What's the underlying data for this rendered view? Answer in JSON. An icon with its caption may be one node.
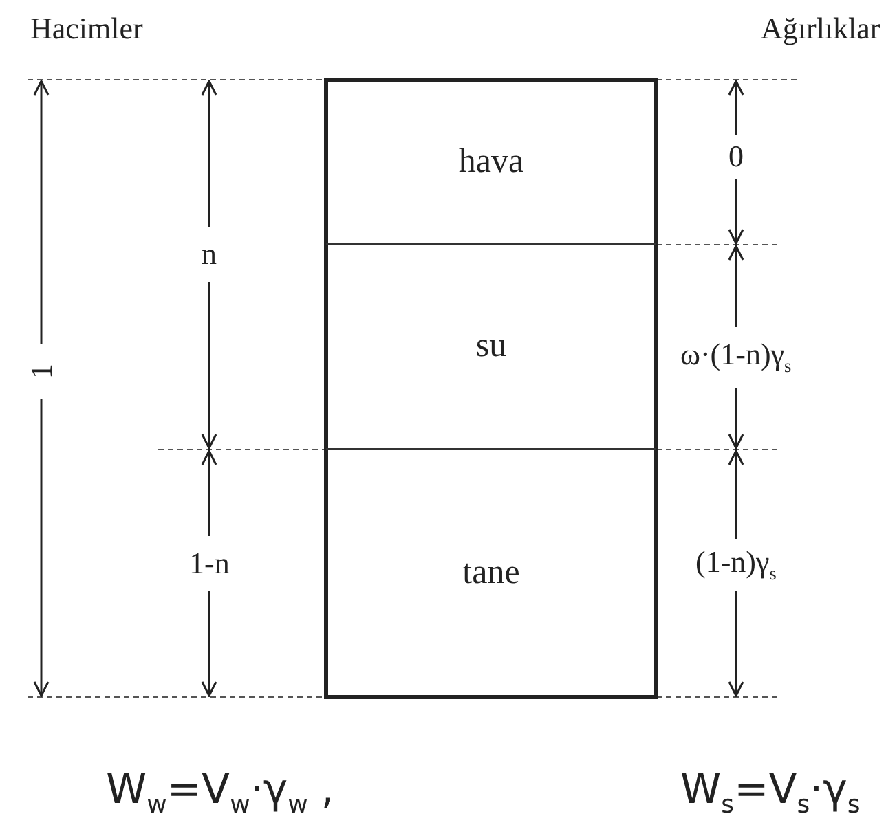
{
  "diagram": {
    "nodes": [
      {
        "text": [
          "hava"
        ]
      },
      {
        "text": [
          "su"
        ]
      },
      {
        "text": [
          "tane"
        ]
      }
    ],
    "edges": [],
    "labels": [
      "Hacimler",
      "Ağırlıklar",
      "1",
      "n",
      "1-n",
      "0",
      "ω·(1-n)γ$_{s}$",
      "(1-n)γ$_{s}$",
      "W$_{w}$=V$_{w}$·γ$_{w}$ ,",
      "W$_{s}$=V$_{s}$·γ$_{s}$"
    ]
  }
}
